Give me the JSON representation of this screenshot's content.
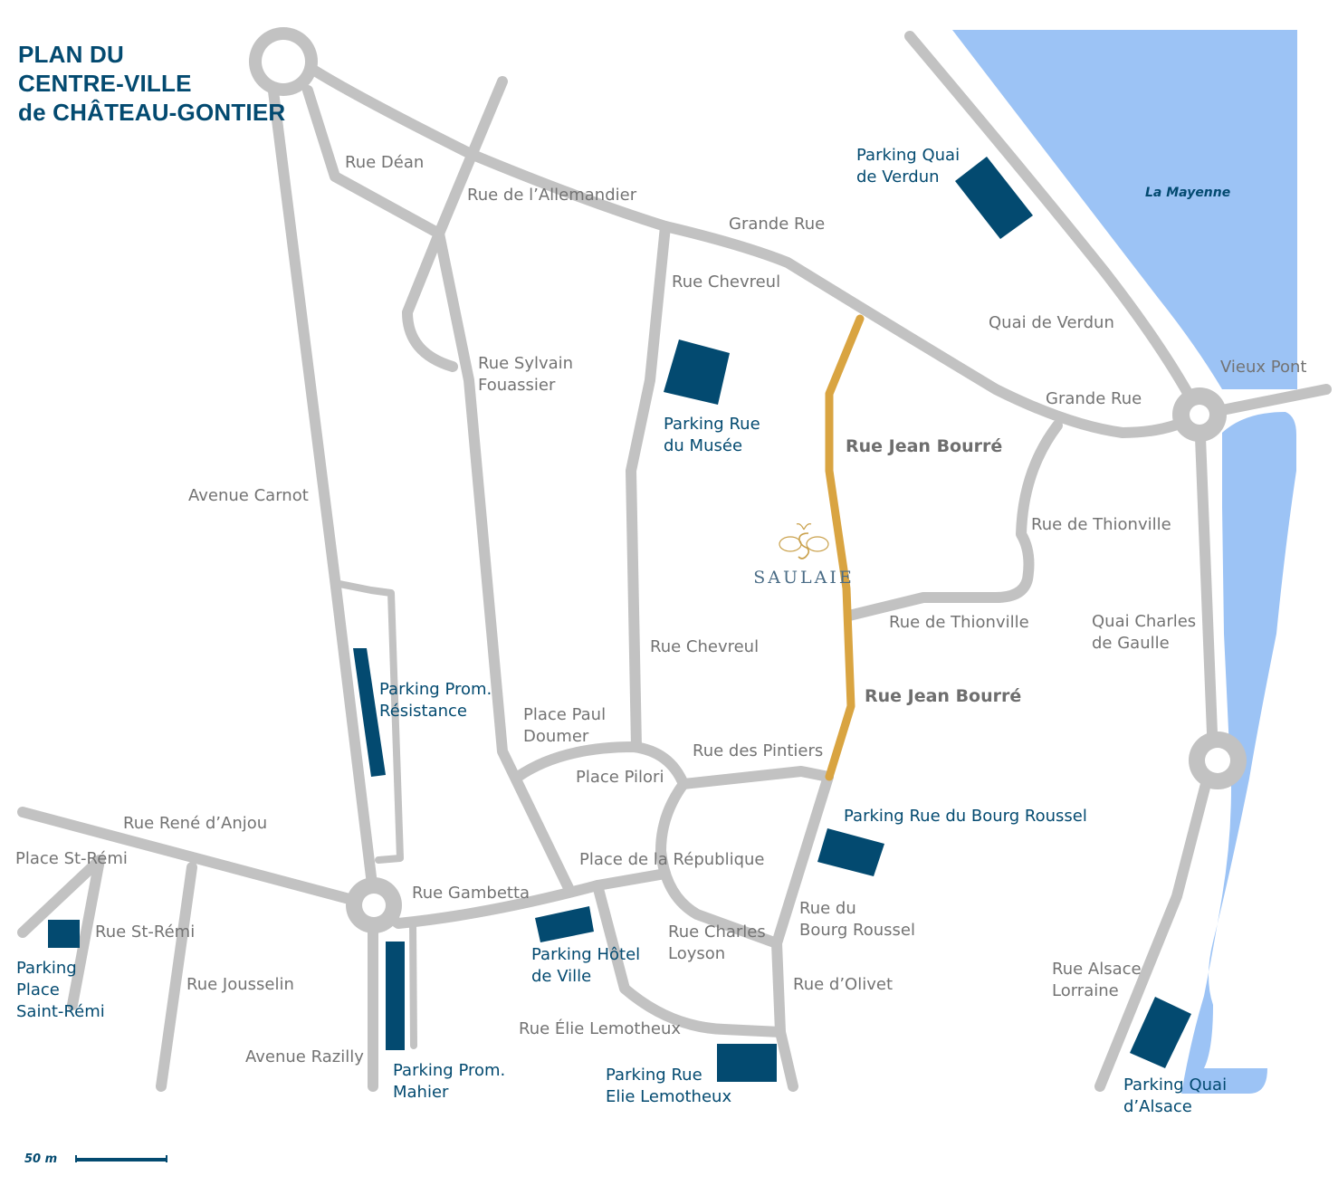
{
  "title": {
    "line1": "PLAN DU",
    "line2": "CENTRE-VILLE",
    "line3": "de CHÂTEAU-GONTIER"
  },
  "water": {
    "label": "La Mayenne",
    "color": "#9cc3f5"
  },
  "colors": {
    "road": "#c2c2c2",
    "featured_road": "#d9a441",
    "parking": "#034a70",
    "text": "#737373"
  },
  "streets": {
    "rue_dean": "Rue Déan",
    "rue_allemandier": "Rue de l’Allemandier",
    "grande_rue_1": "Grande Rue",
    "grande_rue_2": "Grande Rue",
    "rue_chevreul_1": "Rue Chevreul",
    "rue_chevreul_2": "Rue Chevreul",
    "quai_verdun": "Quai de Verdun",
    "vieux_pont": "Vieux Pont",
    "rue_sylvain_1": "Rue Sylvain",
    "rue_sylvain_2": "Fouassier",
    "avenue_carnot": "Avenue Carnot",
    "rue_jean_bourre_1": "Rue Jean Bourré",
    "rue_jean_bourre_2": "Rue Jean Bourré",
    "rue_thionville_1": "Rue de Thionville",
    "rue_thionville_2": "Rue de Thionville",
    "quai_charles_1": "Quai Charles",
    "quai_charles_2": "de Gaulle",
    "place_paul_1": "Place Paul",
    "place_paul_2": "Doumer",
    "rue_pintiers": "Rue des Pintiers",
    "place_pilori": "Place Pilori",
    "rue_rene_anjou": "Rue René d’Anjou",
    "place_st_remi": "Place St-Rémi",
    "place_republique": "Place de la République",
    "rue_gambetta": "Rue Gambetta",
    "rue_st_remi": "Rue St-Rémi",
    "rue_bourg_1": "Rue du",
    "rue_bourg_2": "Bourg Roussel",
    "rue_charles_1": "Rue Charles",
    "rue_charles_2": "Loyson",
    "rue_jousselin": "Rue Jousselin",
    "rue_olivet": "Rue d’Olivet",
    "rue_alsace_1": "Rue Alsace",
    "rue_alsace_2": "Lorraine",
    "rue_elie": "Rue Élie Lemotheux",
    "avenue_razilly": "Avenue Razilly"
  },
  "parkings": {
    "quai_verdun_1": "Parking Quai",
    "quai_verdun_2": "de Verdun",
    "musee_1": "Parking Rue",
    "musee_2": "du Musée",
    "resistance_1": "Parking Prom.",
    "resistance_2": "Résistance",
    "bourg_roussel": "Parking Rue du Bourg Roussel",
    "saint_remi_1": "Parking",
    "saint_remi_2": "Place",
    "saint_remi_3": "Saint-Rémi",
    "hotel_ville_1": "Parking Hôtel",
    "hotel_ville_2": "de Ville",
    "mahier_1": "Parking Prom.",
    "mahier_2": "Mahier",
    "elie_1": "Parking Rue",
    "elie_2": "Elie Lemotheux",
    "quai_alsace_1": "Parking Quai",
    "quai_alsace_2": "d’Alsace"
  },
  "logo": {
    "name": "SAULAIE",
    "icon": "bee-icon"
  },
  "scale": {
    "label": "50 m"
  }
}
